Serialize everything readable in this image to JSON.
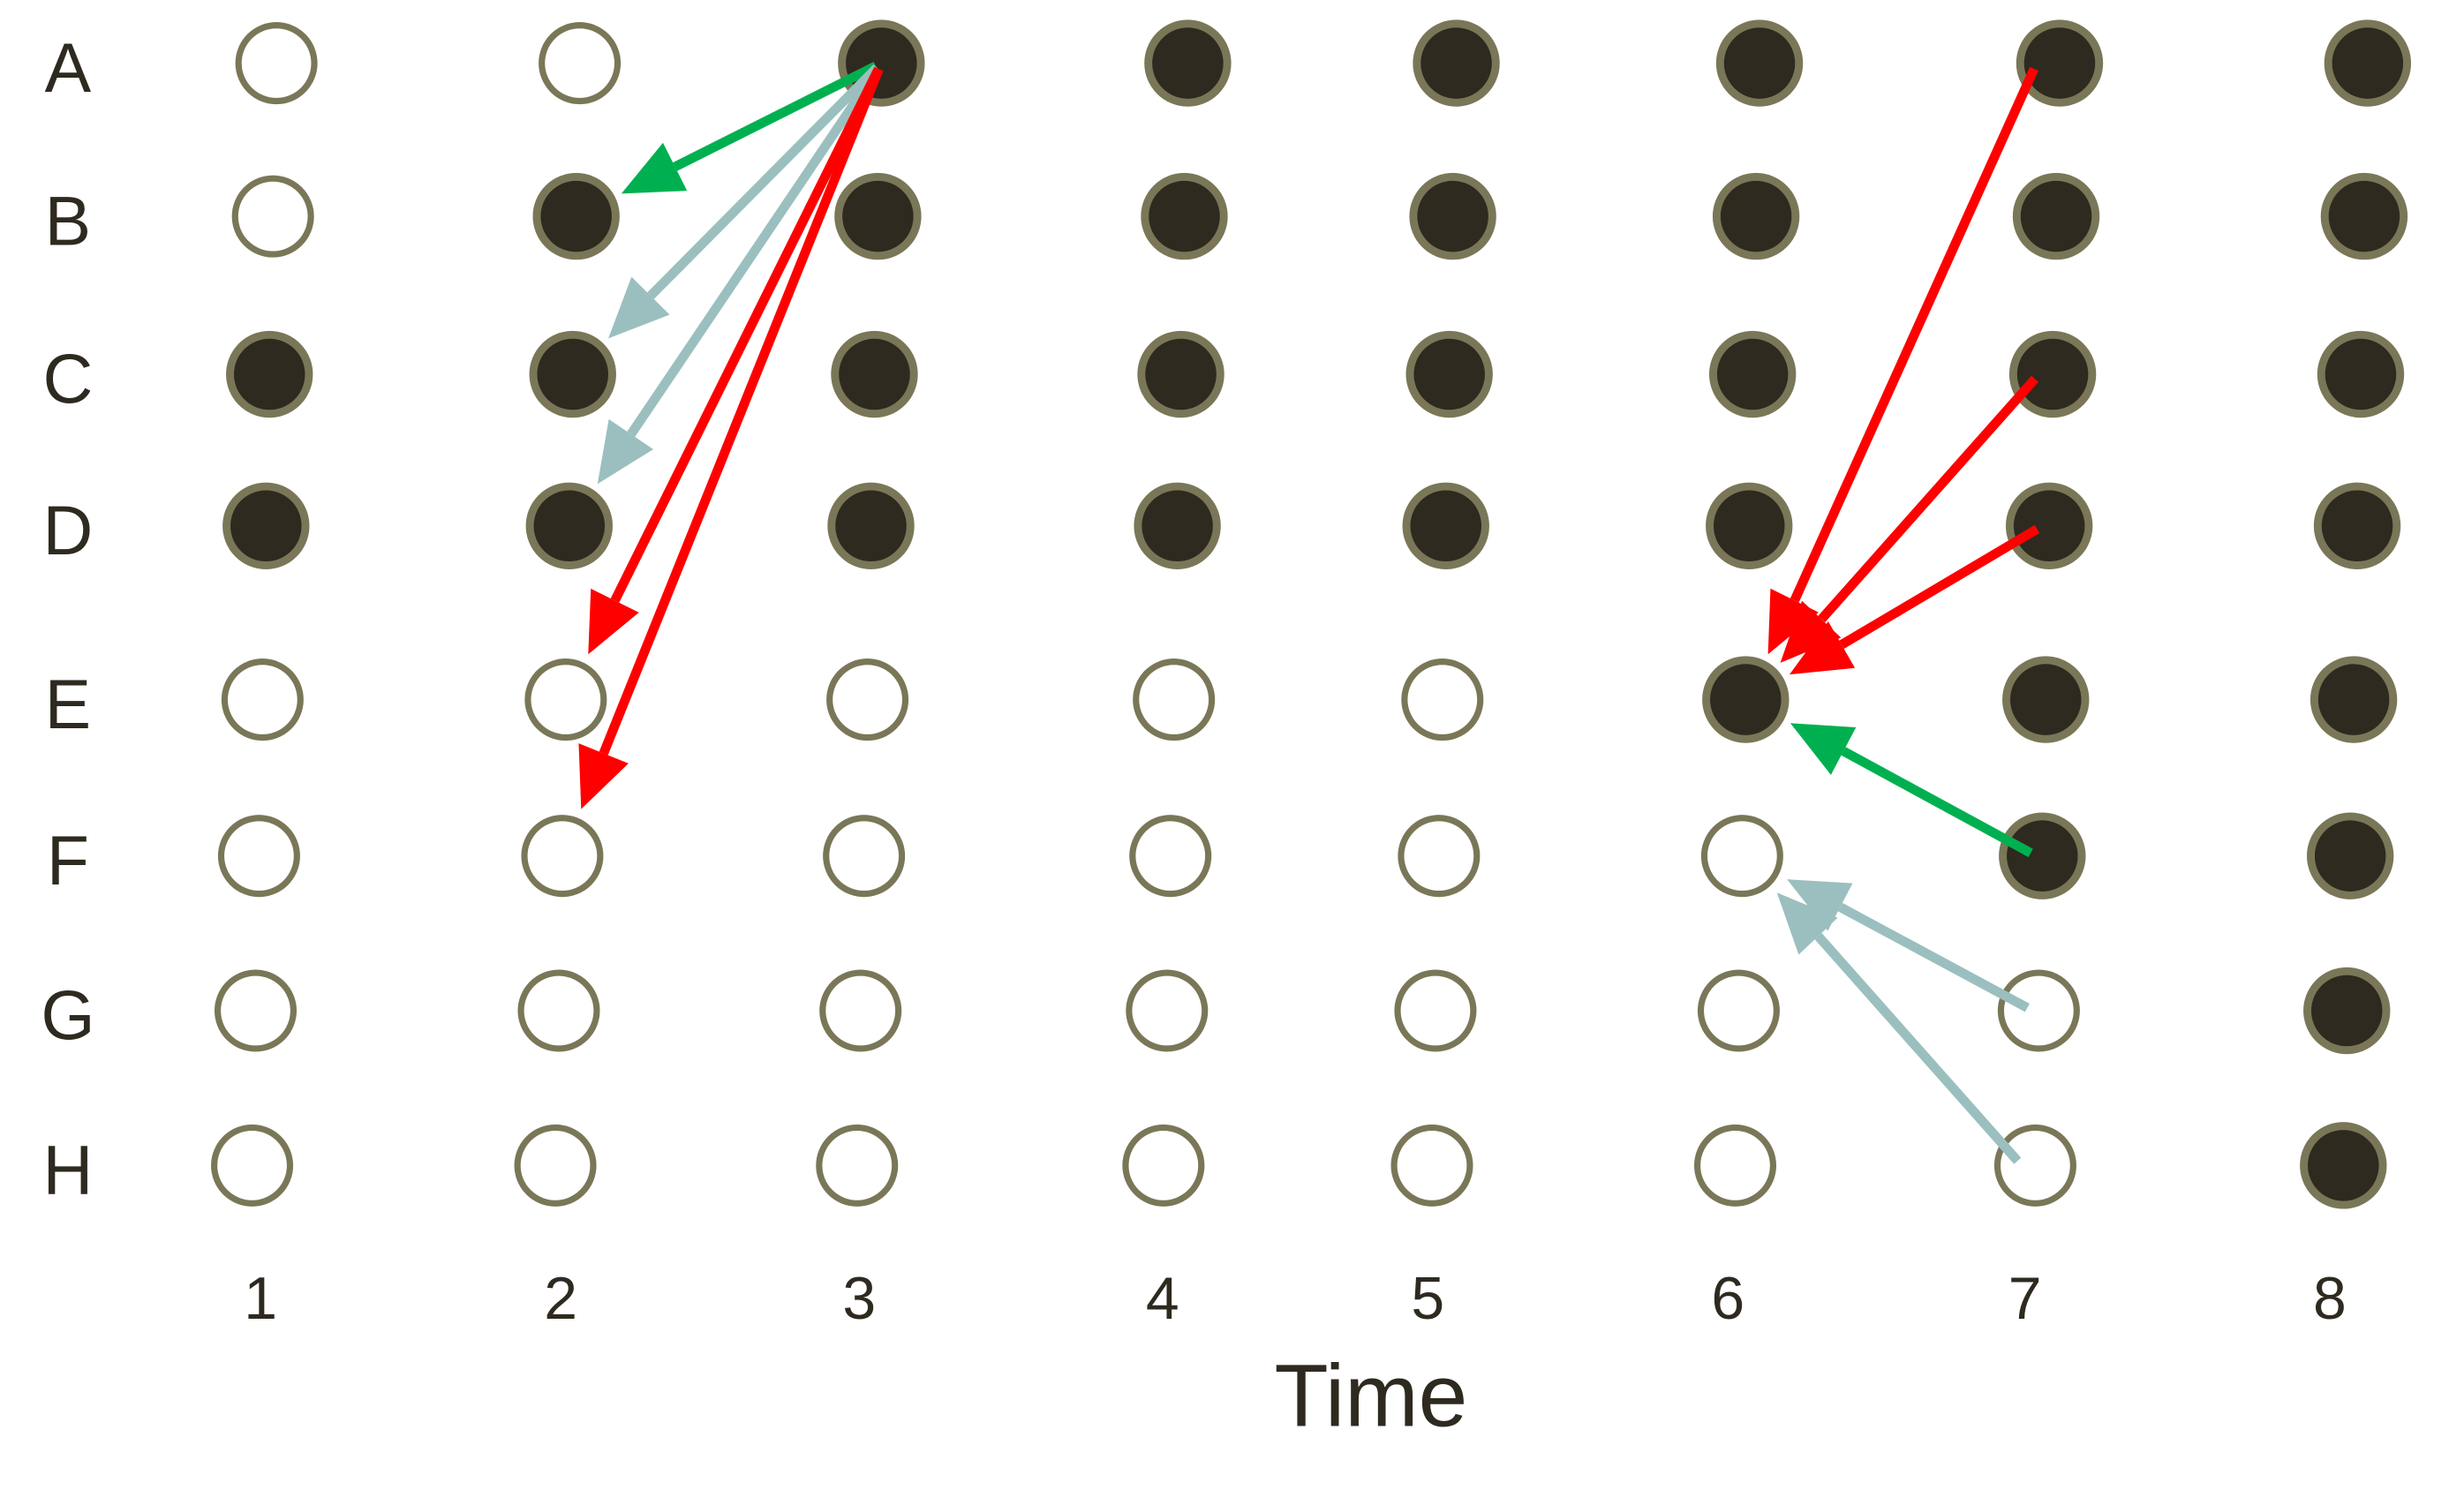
{
  "rows": [
    "A",
    "B",
    "C",
    "D",
    "E",
    "F",
    "G",
    "H"
  ],
  "columns": [
    "1",
    "2",
    "3",
    "4",
    "5",
    "6",
    "7",
    "8"
  ],
  "x_axis_label": "Time",
  "filled": [
    [
      0,
      0,
      1,
      1,
      1,
      1,
      1,
      1
    ],
    [
      0,
      1,
      1,
      1,
      1,
      1,
      1,
      1
    ],
    [
      1,
      1,
      1,
      1,
      1,
      1,
      1,
      1
    ],
    [
      1,
      1,
      1,
      1,
      1,
      1,
      1,
      1
    ],
    [
      0,
      0,
      0,
      0,
      0,
      1,
      1,
      1
    ],
    [
      0,
      0,
      0,
      0,
      0,
      0,
      1,
      1
    ],
    [
      0,
      0,
      0,
      0,
      0,
      0,
      0,
      1
    ],
    [
      0,
      0,
      0,
      0,
      0,
      0,
      0,
      1
    ]
  ],
  "arrows": [
    {
      "from": [
        "A",
        "3"
      ],
      "to": [
        "B",
        "2"
      ],
      "kind": "green"
    },
    {
      "from": [
        "A",
        "3"
      ],
      "to": [
        "C",
        "2"
      ],
      "kind": "teal"
    },
    {
      "from": [
        "A",
        "3"
      ],
      "to": [
        "D",
        "2"
      ],
      "kind": "teal"
    },
    {
      "from": [
        "A",
        "3"
      ],
      "to": [
        "E",
        "2"
      ],
      "kind": "red"
    },
    {
      "from": [
        "A",
        "3"
      ],
      "to": [
        "F",
        "2"
      ],
      "kind": "red"
    },
    {
      "from": [
        "A",
        "7"
      ],
      "to": [
        "E",
        "6"
      ],
      "kind": "red"
    },
    {
      "from": [
        "C",
        "7"
      ],
      "to": [
        "E",
        "6"
      ],
      "kind": "red"
    },
    {
      "from": [
        "D",
        "7"
      ],
      "to": [
        "E",
        "6"
      ],
      "kind": "red"
    },
    {
      "from": [
        "F",
        "7"
      ],
      "to": [
        "E",
        "6"
      ],
      "kind": "green"
    },
    {
      "from": [
        "G",
        "7"
      ],
      "to": [
        "F",
        "6"
      ],
      "kind": "teal"
    },
    {
      "from": [
        "H",
        "7"
      ],
      "to": [
        "F",
        "6"
      ],
      "kind": "teal"
    }
  ],
  "colors": {
    "green": "#00b050",
    "teal": "#9bbfbf",
    "red": "#ff0000",
    "dot_fill": "#2e2a20",
    "dot_stroke": "#7a7758"
  }
}
